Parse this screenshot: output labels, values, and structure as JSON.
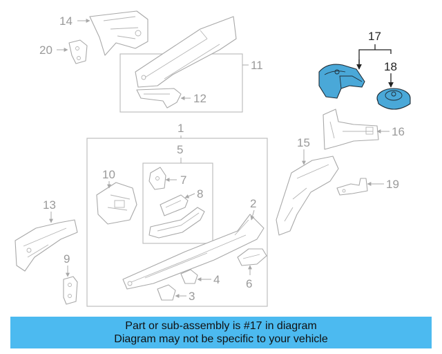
{
  "callouts": {
    "c1": "1",
    "c2": "2",
    "c3": "3",
    "c4": "4",
    "c5": "5",
    "c6": "6",
    "c7": "7",
    "c8": "8",
    "c9": "9",
    "c10": "10",
    "c11": "11",
    "c12": "12",
    "c13": "13",
    "c14": "14",
    "c15": "15",
    "c16": "16",
    "c17": "17",
    "c18": "18",
    "c19": "19",
    "c20": "20"
  },
  "highlighted_parts": [
    "17",
    "18"
  ],
  "colors": {
    "highlight_fill": "#4aa8d8",
    "banner": "#4cbaf0",
    "line": "#a8a8a8"
  },
  "banner": {
    "line1": "Part or sub-assembly is #17 in diagram",
    "line2": "Diagram may not be specific to your vehicle"
  }
}
